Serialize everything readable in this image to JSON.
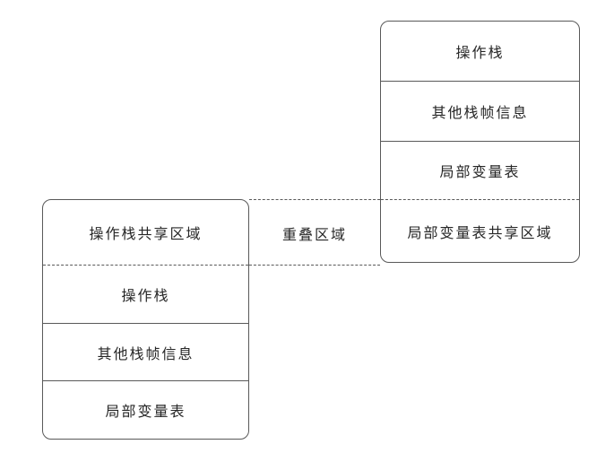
{
  "diagram": {
    "overlap_label": "重叠区域",
    "colors": {
      "background": "#ffffff",
      "line": "#595959",
      "text": "#262626"
    },
    "upper_frame": {
      "sections": [
        "操作栈",
        "其他栈帧信息",
        "局部变量表",
        "局部变量表共享区域"
      ]
    },
    "lower_frame": {
      "sections": [
        "操作栈共享区域",
        "操作栈",
        "其他栈帧信息",
        "局部变量表"
      ]
    }
  }
}
